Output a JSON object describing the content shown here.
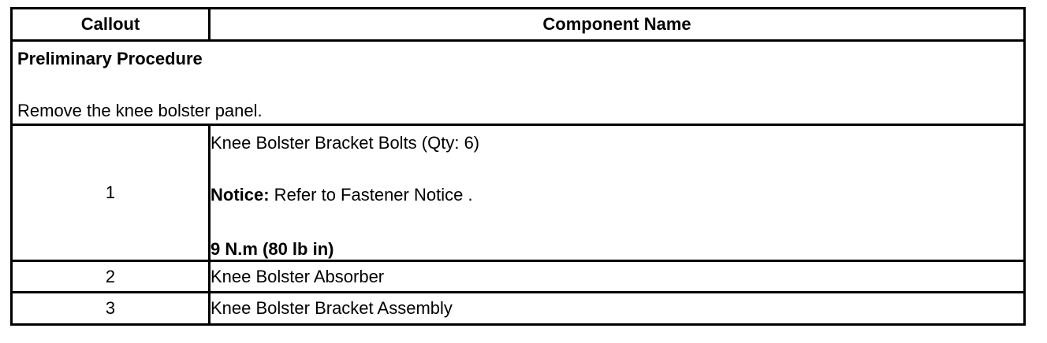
{
  "table": {
    "headers": {
      "callout": "Callout",
      "component_name": "Component Name"
    },
    "preliminary": {
      "title": "Preliminary Procedure",
      "text": "Remove the knee bolster panel."
    },
    "rows": [
      {
        "callout": "1",
        "name": "Knee Bolster Bracket Bolts (Qty: 6)",
        "notice_label": "Notice:",
        "notice_text": " Refer to Fastener Notice .",
        "torque": "9 N.m (80 lb in)"
      },
      {
        "callout": "2",
        "name": "Knee Bolster Absorber"
      },
      {
        "callout": "3",
        "name": "Knee Bolster Bracket Assembly"
      }
    ]
  }
}
